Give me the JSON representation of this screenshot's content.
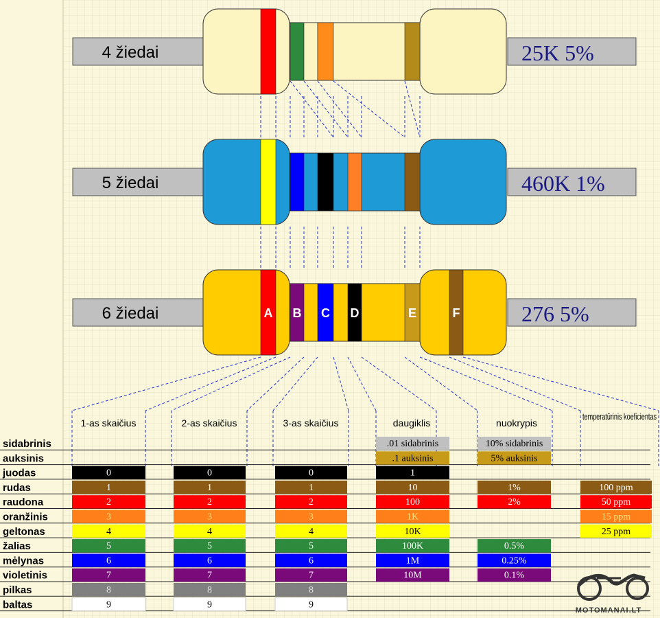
{
  "resistors": [
    {
      "label": "4 žiedai",
      "value": "25K  5%",
      "body_color": "#fcf5c2",
      "bands": [
        {
          "color": "#ff0000",
          "letter": ""
        },
        {
          "color": "#2e8a3c",
          "letter": ""
        },
        {
          "color": "#fcf5c2",
          "letter": ""
        },
        {
          "color": "#ff8c1a",
          "letter": ""
        },
        {
          "color": "#b38b1a",
          "letter": ""
        }
      ]
    },
    {
      "label": "5 žiedai",
      "value": "460K  1%",
      "body_color": "#1e9bd7",
      "bands": [
        {
          "color": "#ffff00",
          "letter": ""
        },
        {
          "color": "#0000ff",
          "letter": ""
        },
        {
          "color": "#000000",
          "letter": ""
        },
        {
          "color": "#ff7f27",
          "letter": ""
        },
        {
          "color": "#8b5a14",
          "letter": ""
        }
      ]
    },
    {
      "label": "6 žiedai",
      "value": "276  5%",
      "body_color": "#ffcc00",
      "bands": [
        {
          "color": "#ff0000",
          "letter": "A"
        },
        {
          "color": "#7a0a7a",
          "letter": "B"
        },
        {
          "color": "#0000ff",
          "letter": "C"
        },
        {
          "color": "#000000",
          "letter": "D"
        },
        {
          "color": "#c89a1a",
          "letter": "E"
        },
        {
          "color": "#8b5a14",
          "letter": "F"
        }
      ]
    }
  ],
  "columns": [
    "1-as skaičius",
    "2-as skaičius",
    "3-as skaičius",
    "daugiklis",
    "nuokrypis",
    "temperatūrinis koeficientas"
  ],
  "rows": [
    {
      "name": "sidabrinis",
      "color": "#c0c0c0",
      "text_color": "#000000",
      "d1": "",
      "d2": "",
      "d3": "",
      "mult": ".01  sidabrinis",
      "tol": "10% sidabrinis",
      "temp": ""
    },
    {
      "name": "auksinis",
      "color": "#c89a1a",
      "text_color": "#000000",
      "d1": "",
      "d2": "",
      "d3": "",
      "mult": ".1  auksinis",
      "tol": "5%  auksinis",
      "temp": ""
    },
    {
      "name": "juodas",
      "color": "#000000",
      "text_color": "#ffffff",
      "d1": "0",
      "d2": "0",
      "d3": "0",
      "mult": "1",
      "tol": "",
      "temp": ""
    },
    {
      "name": "rudas",
      "color": "#8b5a14",
      "text_color": "#ffffff",
      "d1": "1",
      "d2": "1",
      "d3": "1",
      "mult": "10",
      "tol": "1%",
      "temp": "100 ppm"
    },
    {
      "name": "raudona",
      "color": "#ff0000",
      "text_color": "#ffffff",
      "d1": "2",
      "d2": "2",
      "d3": "2",
      "mult": "100",
      "tol": "2%",
      "temp": "50 ppm"
    },
    {
      "name": "oranžinis",
      "color": "#ff7f1a",
      "text_color": "#ffe080",
      "d1": "3",
      "d2": "3",
      "d3": "3",
      "mult": "1K",
      "tol": "",
      "temp": "15 ppm"
    },
    {
      "name": "geltonas",
      "color": "#ffff00",
      "text_color": "#000000",
      "d1": "4",
      "d2": "4",
      "d3": "4",
      "mult": "10K",
      "tol": "",
      "temp": "25 ppm"
    },
    {
      "name": "žalias",
      "color": "#2e8a3c",
      "text_color": "#ffffff",
      "d1": "5",
      "d2": "5",
      "d3": "5",
      "mult": "100K",
      "tol": "0.5%",
      "temp": ""
    },
    {
      "name": "mėlynas",
      "color": "#0000ff",
      "text_color": "#ffffff",
      "d1": "6",
      "d2": "6",
      "d3": "6",
      "mult": "1M",
      "tol": "0.25%",
      "temp": ""
    },
    {
      "name": "violetinis",
      "color": "#7a0a7a",
      "text_color": "#ffffff",
      "d1": "7",
      "d2": "7",
      "d3": "7",
      "mult": "10M",
      "tol": "0.1%",
      "temp": ""
    },
    {
      "name": "pilkas",
      "color": "#808080",
      "text_color": "#e0e0e0",
      "d1": "8",
      "d2": "8",
      "d3": "8",
      "mult": "",
      "tol": "",
      "temp": ""
    },
    {
      "name": "baltas",
      "color": "#ffffff",
      "text_color": "#000000",
      "d1": "9",
      "d2": "9",
      "d3": "9",
      "mult": "",
      "tol": "",
      "temp": ""
    }
  ],
  "logo_text": "MOTOMANAI.LT"
}
